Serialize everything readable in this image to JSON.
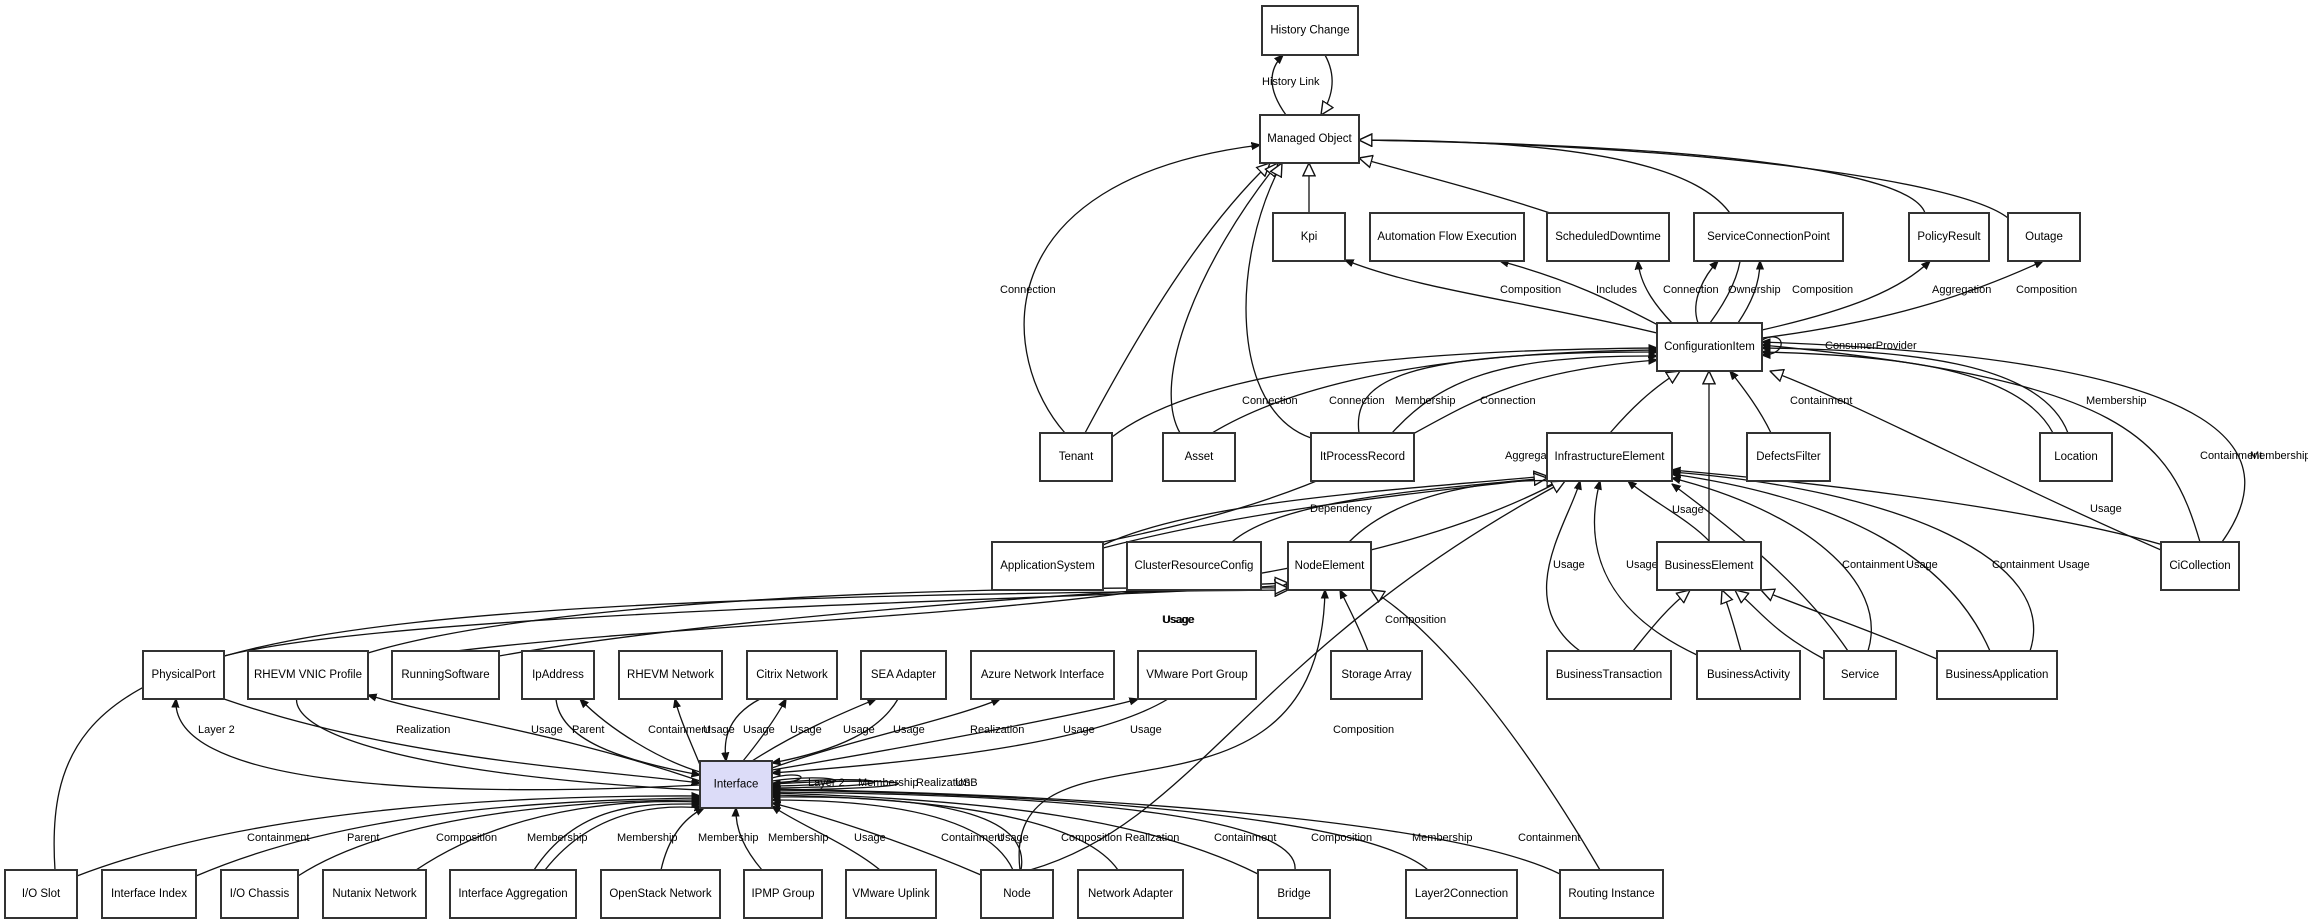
{
  "diagram": {
    "focus_node": "Interface",
    "colors": {
      "focus_fill": "#dcdcf8",
      "node_fill": "#ffffff",
      "node_border": "#333333",
      "edge": "#111111"
    },
    "nodes": [
      {
        "id": "history_change",
        "label": "History Change"
      },
      {
        "id": "managed_object",
        "label": "Managed Object"
      },
      {
        "id": "kpi",
        "label": "Kpi"
      },
      {
        "id": "automation_flow_execution",
        "label": "Automation Flow Execution"
      },
      {
        "id": "scheduled_downtime",
        "label": "ScheduledDowntime"
      },
      {
        "id": "service_connection_point",
        "label": "ServiceConnectionPoint"
      },
      {
        "id": "policy_result",
        "label": "PolicyResult"
      },
      {
        "id": "outage",
        "label": "Outage"
      },
      {
        "id": "configuration_item",
        "label": "ConfigurationItem"
      },
      {
        "id": "tenant",
        "label": "Tenant"
      },
      {
        "id": "asset",
        "label": "Asset"
      },
      {
        "id": "it_process_record",
        "label": "ItProcessRecord"
      },
      {
        "id": "infrastructure_element",
        "label": "InfrastructureElement"
      },
      {
        "id": "defects_filter",
        "label": "DefectsFilter"
      },
      {
        "id": "location",
        "label": "Location"
      },
      {
        "id": "application_system",
        "label": "ApplicationSystem"
      },
      {
        "id": "cluster_resource_config",
        "label": "ClusterResourceConfig"
      },
      {
        "id": "node_element",
        "label": "NodeElement"
      },
      {
        "id": "business_element",
        "label": "BusinessElement"
      },
      {
        "id": "ci_collection",
        "label": "CiCollection"
      },
      {
        "id": "physical_port",
        "label": "PhysicalPort"
      },
      {
        "id": "rhevm_vnic_profile",
        "label": "RHEVM VNIC Profile"
      },
      {
        "id": "running_software",
        "label": "RunningSoftware"
      },
      {
        "id": "ip_address",
        "label": "IpAddress"
      },
      {
        "id": "rhevm_network",
        "label": "RHEVM Network"
      },
      {
        "id": "citrix_network",
        "label": "Citrix Network"
      },
      {
        "id": "sea_adapter",
        "label": "SEA Adapter"
      },
      {
        "id": "azure_network_interface",
        "label": "Azure Network Interface"
      },
      {
        "id": "vmware_port_group",
        "label": "VMware Port Group"
      },
      {
        "id": "storage_array",
        "label": "Storage Array"
      },
      {
        "id": "business_transaction",
        "label": "BusinessTransaction"
      },
      {
        "id": "business_activity",
        "label": "BusinessActivity"
      },
      {
        "id": "service",
        "label": "Service"
      },
      {
        "id": "business_application",
        "label": "BusinessApplication"
      },
      {
        "id": "interface",
        "label": "Interface"
      },
      {
        "id": "io_slot",
        "label": "I/O Slot"
      },
      {
        "id": "interface_index",
        "label": "Interface Index"
      },
      {
        "id": "io_chassis",
        "label": "I/O Chassis"
      },
      {
        "id": "nutanix_network",
        "label": "Nutanix Network"
      },
      {
        "id": "interface_aggregation",
        "label": "Interface Aggregation"
      },
      {
        "id": "openstack_network",
        "label": "OpenStack Network"
      },
      {
        "id": "ipmp_group",
        "label": "IPMP Group"
      },
      {
        "id": "vmware_uplink",
        "label": "VMware Uplink"
      },
      {
        "id": "node",
        "label": "Node"
      },
      {
        "id": "network_adapter",
        "label": "Network Adapter"
      },
      {
        "id": "bridge",
        "label": "Bridge"
      },
      {
        "id": "layer2_connection",
        "label": "Layer2Connection"
      },
      {
        "id": "routing_instance",
        "label": "Routing Instance"
      }
    ],
    "edges": [
      {
        "from": "managed_object",
        "to": "history_change",
        "label": "History Link",
        "arrow": "filled"
      },
      {
        "from": "history_change",
        "to": "managed_object",
        "label": "",
        "arrow": "hollow"
      },
      {
        "from": "kpi",
        "to": "managed_object",
        "label": "",
        "arrow": "hollow"
      },
      {
        "from": "scheduled_downtime",
        "to": "managed_object",
        "label": "",
        "arrow": "hollow"
      },
      {
        "from": "configuration_item",
        "to": "managed_object",
        "label": "",
        "arrow": "hollow"
      },
      {
        "from": "policy_result",
        "to": "managed_object",
        "label": "",
        "arrow": "hollow"
      },
      {
        "from": "outage",
        "to": "managed_object",
        "label": "",
        "arrow": "hollow"
      },
      {
        "from": "tenant",
        "to": "managed_object",
        "label": "Connection",
        "arrow": "filled"
      },
      {
        "from": "tenant",
        "to": "managed_object",
        "label": "",
        "arrow": "hollow"
      },
      {
        "from": "asset",
        "to": "managed_object",
        "label": "",
        "arrow": "hollow"
      },
      {
        "from": "it_process_record",
        "to": "managed_object",
        "label": "",
        "arrow": "hollow"
      },
      {
        "from": "configuration_item",
        "to": "kpi",
        "label": "Composition",
        "arrow": "filled"
      },
      {
        "from": "configuration_item",
        "to": "automation_flow_execution",
        "label": "Includes",
        "arrow": "filled"
      },
      {
        "from": "configuration_item",
        "to": "scheduled_downtime",
        "label": "Connection",
        "arrow": "filled"
      },
      {
        "from": "configuration_item",
        "to": "service_connection_point",
        "label": "Ownership",
        "arrow": "filled"
      },
      {
        "from": "configuration_item",
        "to": "service_connection_point",
        "label": "Composition",
        "arrow": "filled"
      },
      {
        "from": "configuration_item",
        "to": "policy_result",
        "label": "Aggregation",
        "arrow": "filled"
      },
      {
        "from": "configuration_item",
        "to": "outage",
        "label": "Composition",
        "arrow": "filled"
      },
      {
        "from": "configuration_item",
        "to": "configuration_item",
        "label": "ConsumerProvider",
        "arrow": "filled"
      },
      {
        "from": "tenant",
        "to": "configuration_item",
        "label": "Connection",
        "arrow": "filled"
      },
      {
        "from": "asset",
        "to": "configuration_item",
        "label": "Connection",
        "arrow": "filled"
      },
      {
        "from": "it_process_record",
        "to": "configuration_item",
        "label": "Membership",
        "arrow": "filled"
      },
      {
        "from": "it_process_record",
        "to": "configuration_item",
        "label": "Connection",
        "arrow": "filled"
      },
      {
        "from": "application_system",
        "to": "configuration_item",
        "label": "Aggregation",
        "arrow": "filled"
      },
      {
        "from": "infrastructure_element",
        "to": "configuration_item",
        "label": "",
        "arrow": "hollow"
      },
      {
        "from": "business_element",
        "to": "configuration_item",
        "label": "",
        "arrow": "hollow"
      },
      {
        "from": "defects_filter",
        "to": "configuration_item",
        "label": "Containment",
        "arrow": "filled"
      },
      {
        "from": "location",
        "to": "configuration_item",
        "label": "Membership",
        "arrow": "filled"
      },
      {
        "from": "location",
        "to": "configuration_item",
        "label": "",
        "arrow": "filled"
      },
      {
        "from": "ci_collection",
        "to": "configuration_item",
        "label": "",
        "arrow": "hollow"
      },
      {
        "from": "ci_collection",
        "to": "configuration_item",
        "label": "Containment",
        "arrow": "filled"
      },
      {
        "from": "ci_collection",
        "to": "configuration_item",
        "label": "Membership",
        "arrow": "filled"
      },
      {
        "from": "application_system",
        "to": "infrastructure_element",
        "label": "",
        "arrow": "hollow"
      },
      {
        "from": "application_system",
        "to": "infrastructure_element",
        "label": "Dependency",
        "arrow": "filled"
      },
      {
        "from": "cluster_resource_config",
        "to": "infrastructure_element",
        "label": "",
        "arrow": "hollow"
      },
      {
        "from": "node_element",
        "to": "infrastructure_element",
        "label": "",
        "arrow": "hollow"
      },
      {
        "from": "running_software",
        "to": "infrastructure_element",
        "label": "Usage",
        "arrow": "filled"
      },
      {
        "from": "business_transaction",
        "to": "infrastructure_element",
        "label": "Usage",
        "arrow": "filled"
      },
      {
        "from": "business_activity",
        "to": "infrastructure_element",
        "label": "Usage",
        "arrow": "filled"
      },
      {
        "from": "business_element",
        "to": "infrastructure_element",
        "label": "Usage",
        "arrow": "filled"
      },
      {
        "from": "service",
        "to": "infrastructure_element",
        "label": "Containment",
        "arrow": "filled"
      },
      {
        "from": "service",
        "to": "infrastructure_element",
        "label": "Usage",
        "arrow": "filled"
      },
      {
        "from": "business_application",
        "to": "infrastructure_element",
        "label": "Containment",
        "arrow": "filled"
      },
      {
        "from": "business_application",
        "to": "infrastructure_element",
        "label": "Usage",
        "arrow": "filled"
      },
      {
        "from": "ci_collection",
        "to": "infrastructure_element",
        "label": "Usage",
        "arrow": "filled"
      },
      {
        "from": "node",
        "to": "infrastructure_element",
        "label": "",
        "arrow": "hollow"
      },
      {
        "from": "business_transaction",
        "to": "business_element",
        "label": "",
        "arrow": "hollow"
      },
      {
        "from": "business_activity",
        "to": "business_element",
        "label": "",
        "arrow": "hollow"
      },
      {
        "from": "service",
        "to": "business_element",
        "label": "",
        "arrow": "hollow"
      },
      {
        "from": "business_application",
        "to": "business_element",
        "label": "",
        "arrow": "hollow"
      },
      {
        "from": "storage_array",
        "to": "node_element",
        "label": "Composition",
        "arrow": "filled"
      },
      {
        "from": "node",
        "to": "node_element",
        "label": "Composition",
        "arrow": "filled"
      },
      {
        "from": "routing_instance",
        "to": "node_element",
        "label": "",
        "arrow": "hollow"
      },
      {
        "from": "physical_port",
        "to": "node_element",
        "label": "",
        "arrow": "hollow"
      },
      {
        "from": "running_software",
        "to": "node_element",
        "label": "Usage",
        "arrow": "hollow"
      },
      {
        "from": "io_slot",
        "to": "node_element",
        "label": "",
        "arrow": "hollow"
      },
      {
        "from": "interface",
        "to": "node_element",
        "label": "",
        "arrow": "hollow"
      },
      {
        "from": "interface",
        "to": "physical_port",
        "label": "Layer 2",
        "arrow": "filled"
      },
      {
        "from": "physical_port",
        "to": "interface",
        "label": "Realization",
        "arrow": "filled"
      },
      {
        "from": "interface",
        "to": "rhevm_vnic_profile",
        "label": "Usage",
        "arrow": "filled"
      },
      {
        "from": "ip_address",
        "to": "interface",
        "label": "Parent",
        "arrow": "filled"
      },
      {
        "from": "interface",
        "to": "ip_address",
        "label": "Containment",
        "arrow": "filled"
      },
      {
        "from": "interface",
        "to": "rhevm_network",
        "label": "Usage",
        "arrow": "filled"
      },
      {
        "from": "citrix_network",
        "to": "interface",
        "label": "Usage",
        "arrow": "filled"
      },
      {
        "from": "interface",
        "to": "citrix_network",
        "label": "Usage",
        "arrow": "filled"
      },
      {
        "from": "interface",
        "to": "sea_adapter",
        "label": "Usage",
        "arrow": "filled"
      },
      {
        "from": "sea_adapter",
        "to": "interface",
        "label": "Usage",
        "arrow": "filled"
      },
      {
        "from": "interface",
        "to": "azure_network_interface",
        "label": "Realization",
        "arrow": "filled"
      },
      {
        "from": "interface",
        "to": "vmware_port_group",
        "label": "Usage",
        "arrow": "filled"
      },
      {
        "from": "vmware_port_group",
        "to": "interface",
        "label": "Usage",
        "arrow": "filled"
      },
      {
        "from": "interface",
        "to": "interface",
        "label": "Layer 2",
        "arrow": "filled"
      },
      {
        "from": "interface",
        "to": "interface",
        "label": "Membership",
        "arrow": "filled"
      },
      {
        "from": "interface",
        "to": "interface",
        "label": "Realization",
        "arrow": "filled"
      },
      {
        "from": "interface",
        "to": "interface",
        "label": "USB",
        "arrow": "filled"
      },
      {
        "from": "io_slot",
        "to": "interface",
        "label": "Containment",
        "arrow": "filled"
      },
      {
        "from": "interface_index",
        "to": "interface",
        "label": "Parent",
        "arrow": "filled"
      },
      {
        "from": "io_chassis",
        "to": "interface",
        "label": "Composition",
        "arrow": "filled"
      },
      {
        "from": "nutanix_network",
        "to": "interface",
        "label": "Membership",
        "arrow": "filled"
      },
      {
        "from": "interface_aggregation",
        "to": "interface",
        "label": "Membership",
        "arrow": "filled"
      },
      {
        "from": "interface_aggregation",
        "to": "interface",
        "label": "",
        "arrow": "filled"
      },
      {
        "from": "openstack_network",
        "to": "interface",
        "label": "Membership",
        "arrow": "filled"
      },
      {
        "from": "ipmp_group",
        "to": "interface",
        "label": "Membership",
        "arrow": "filled"
      },
      {
        "from": "vmware_uplink",
        "to": "interface",
        "label": "Usage",
        "arrow": "filled"
      },
      {
        "from": "node",
        "to": "interface",
        "label": "Containment",
        "arrow": "filled"
      },
      {
        "from": "node",
        "to": "interface",
        "label": "Usage",
        "arrow": "filled"
      },
      {
        "from": "node",
        "to": "interface",
        "label": "Composition",
        "arrow": "filled"
      },
      {
        "from": "network_adapter",
        "to": "interface",
        "label": "Realization",
        "arrow": "filled"
      },
      {
        "from": "bridge",
        "to": "interface",
        "label": "Containment",
        "arrow": "filled"
      },
      {
        "from": "bridge",
        "to": "interface",
        "label": "Composition",
        "arrow": "filled"
      },
      {
        "from": "layer2_connection",
        "to": "interface",
        "label": "Membership",
        "arrow": "filled"
      },
      {
        "from": "routing_instance",
        "to": "interface",
        "label": "Containment",
        "arrow": "filled"
      }
    ]
  }
}
